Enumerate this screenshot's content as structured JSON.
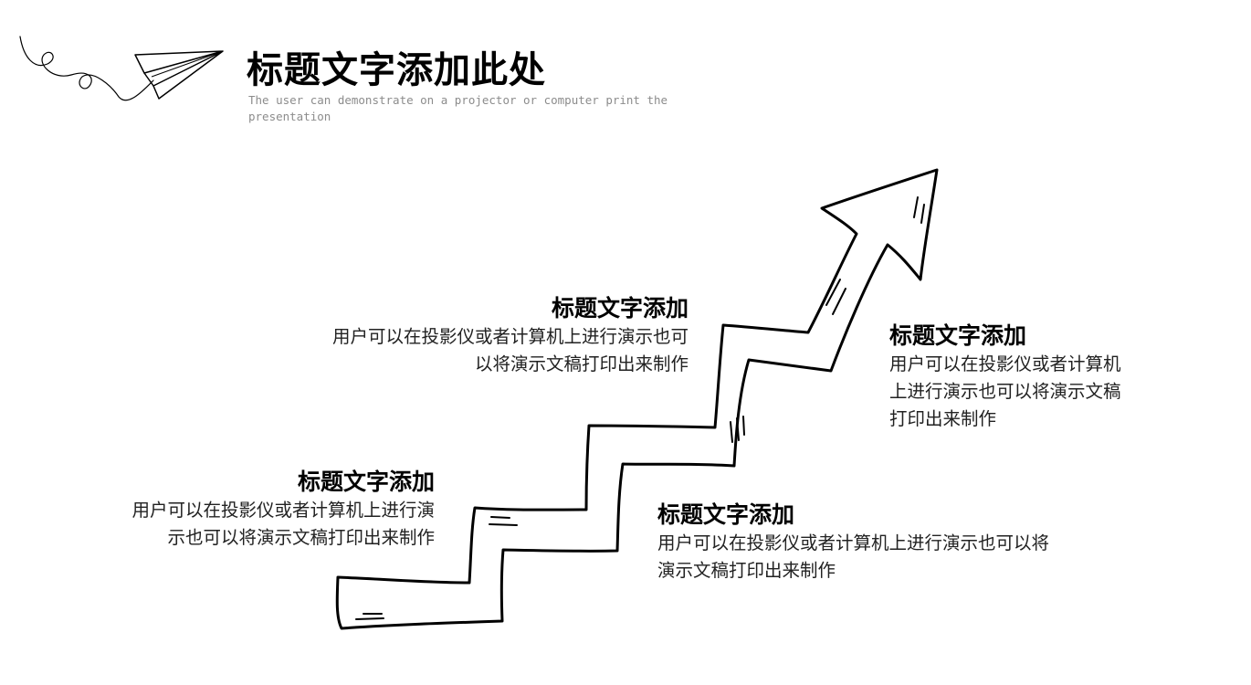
{
  "header": {
    "title": "标题文字添加此处",
    "subtitle": "The user can demonstrate on a projector or computer print the presentation"
  },
  "decoration": {
    "paper_plane_icon": "paper-plane-icon",
    "stair_arrow_icon": "stair-arrow-icon"
  },
  "blocks": [
    {
      "heading": "标题文字添加",
      "line1": "用户可以在投影仪或者计算机上进行演示也可",
      "line2": "以将演示文稿打印出来制作"
    },
    {
      "heading": "标题文字添加",
      "line1": "用户可以在投影仪或者计算机上进行演",
      "line2": "示也可以将演示文稿打印出来制作"
    },
    {
      "heading": "标题文字添加",
      "line1": "用户可以在投影仪或者计算机",
      "line2": "上进行演示也可以将演示文稿",
      "line3": "打印出来制作"
    },
    {
      "heading": "标题文字添加",
      "line1": "用户可以在投影仪或者计算机上进行演示也可以将",
      "line2": "演示文稿打印出来制作"
    }
  ]
}
